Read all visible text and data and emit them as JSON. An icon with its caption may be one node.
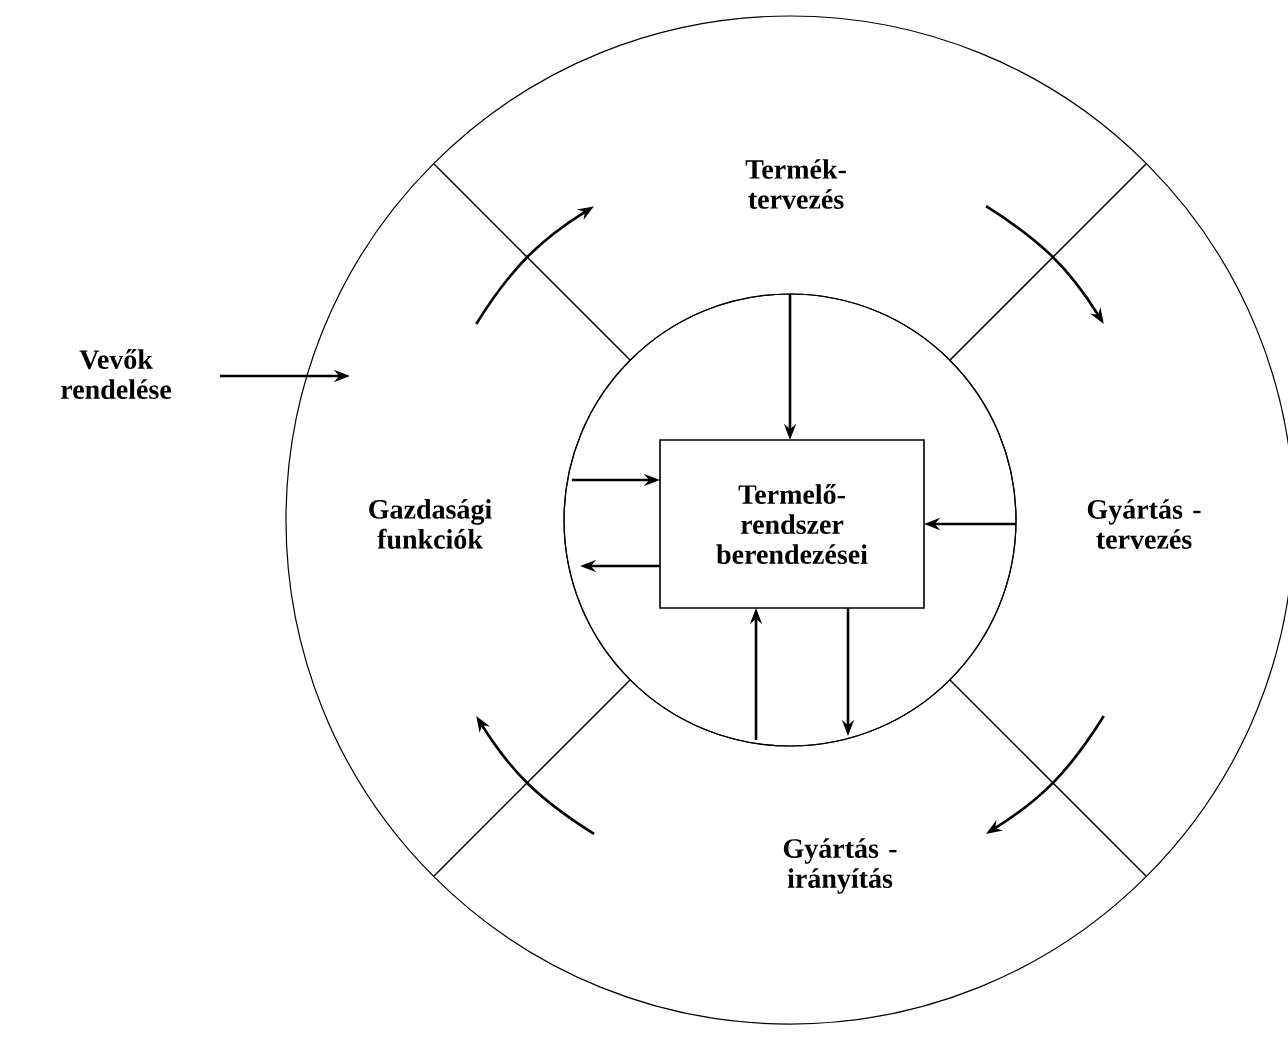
{
  "diagram": {
    "nodes": [
      {
        "text": [
          "Termék- tervezés"
        ]
      },
      {
        "text": [
          "Gyártás - tervezés"
        ]
      },
      {
        "text": [
          "Gyártás - irányítás"
        ]
      },
      {
        "text": [
          "Gazdasági funkciók"
        ]
      },
      {
        "text": [],
        "shape": "circle"
      },
      {
        "text": [
          "Termelő- rendszer berendezései"
        ],
        "in": 4
      },
      {
        "text": [
          "Vevők rendelése"
        ]
      }
    ],
    "edges": [
      {
        "from": 0,
        "to": 1,
        "arrow": "to"
      },
      {
        "from": 1,
        "to": 2,
        "arrow": "to"
      },
      {
        "from": 2,
        "to": 3,
        "arrow": "to"
      },
      {
        "from": 3,
        "to": 0,
        "arrow": "to"
      },
      {
        "from": 6,
        "to": 3,
        "arrow": "to"
      },
      {
        "from": 0,
        "to": 5,
        "arrow": "to"
      },
      {
        "from": 3,
        "to": 5,
        "arrow": "to"
      },
      {
        "from": 5,
        "to": 3,
        "arrow": "to"
      },
      {
        "from": 1,
        "to": 5,
        "arrow": "to"
      },
      {
        "from": 2,
        "to": 5,
        "arrow": "to"
      },
      {
        "from": 5,
        "to": 2,
        "arrow": "to"
      }
    ]
  }
}
